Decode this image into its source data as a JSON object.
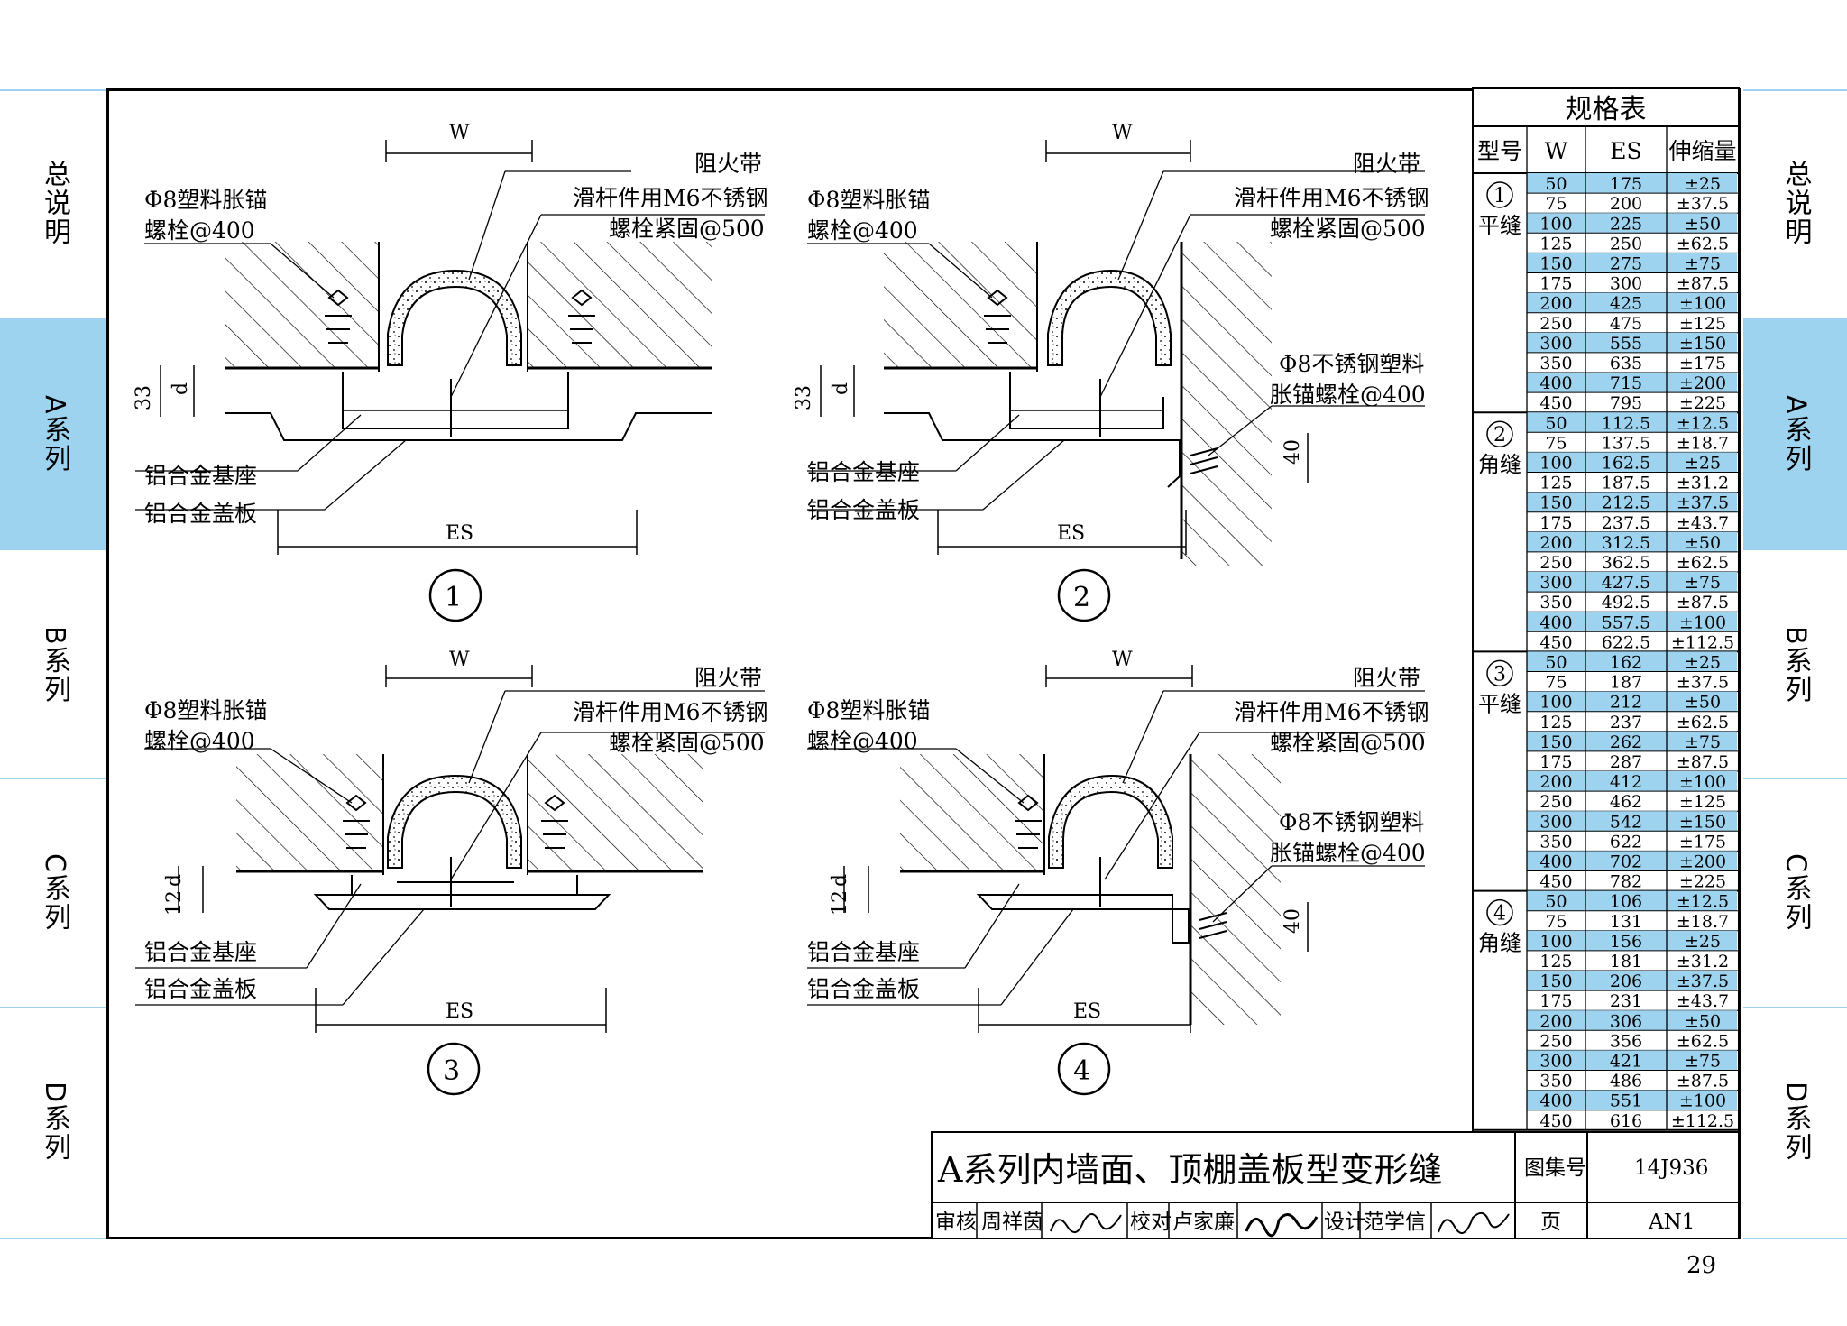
{
  "sidebar": {
    "left": [
      {
        "label": "总说明",
        "active": false
      },
      {
        "label": "A系列",
        "active": true
      },
      {
        "label": "B系列",
        "active": false
      },
      {
        "label": "C系列",
        "active": false
      },
      {
        "label": "D系列",
        "active": false
      }
    ],
    "right": [
      {
        "label": "总说明",
        "active": false
      },
      {
        "label": "A系列",
        "active": true
      },
      {
        "label": "B系列",
        "active": false
      },
      {
        "label": "C系列",
        "active": false
      },
      {
        "label": "D系列",
        "active": false
      }
    ],
    "active_color": "#9dd3ef"
  },
  "details": [
    {
      "num": "1",
      "w": "W",
      "es": "ES",
      "fire_strip": "阻火带",
      "slide_1": "滑杆件用M6不锈钢",
      "slide_2": "螺栓紧固@500",
      "anchor_1": "Φ8塑料胀锚",
      "anchor_2": "螺栓@400",
      "dim_outer": "33",
      "dim_inner": "d",
      "base": "铝合金基座",
      "cover": "铝合金盖板"
    },
    {
      "num": "2",
      "w": "W",
      "es": "ES",
      "fire_strip": "阻火带",
      "slide_1": "滑杆件用M6不锈钢",
      "slide_2": "螺栓紧固@500",
      "anchor_1": "Φ8塑料胀锚",
      "anchor_2": "螺栓@400",
      "steel_anchor_1": "Φ8不锈钢塑料",
      "steel_anchor_2": "胀锚螺栓@400",
      "dim_outer": "33",
      "dim_inner": "d",
      "dim_side": "40",
      "base": "铝合金基座",
      "cover": "铝合金盖板"
    },
    {
      "num": "3",
      "w": "W",
      "es": "ES",
      "fire_strip": "阻火带",
      "slide_1": "滑杆件用M6不锈钢",
      "slide_2": "螺栓紧固@500",
      "anchor_1": "Φ8塑料胀锚",
      "anchor_2": "螺栓@400",
      "dim_outer": "12",
      "dim_inner": "d",
      "base": "铝合金基座",
      "cover": "铝合金盖板"
    },
    {
      "num": "4",
      "w": "W",
      "es": "ES",
      "fire_strip": "阻火带",
      "slide_1": "滑杆件用M6不锈钢",
      "slide_2": "螺栓紧固@500",
      "anchor_1": "Φ8塑料胀锚",
      "anchor_2": "螺栓@400",
      "steel_anchor_1": "Φ8不锈钢塑料",
      "steel_anchor_2": "胀锚螺栓@400",
      "dim_outer": "12",
      "dim_inner": "d",
      "dim_side": "40",
      "base": "铝合金基座",
      "cover": "铝合金盖板"
    }
  ],
  "spec_table": {
    "title": "规格表",
    "headers": [
      "型号",
      "W",
      "ES",
      "伸缩量"
    ],
    "groups": [
      {
        "num": "1",
        "type": "平缝",
        "rows": [
          [
            "50",
            "175",
            "±25"
          ],
          [
            "75",
            "200",
            "±37.5"
          ],
          [
            "100",
            "225",
            "±50"
          ],
          [
            "125",
            "250",
            "±62.5"
          ],
          [
            "150",
            "275",
            "±75"
          ],
          [
            "175",
            "300",
            "±87.5"
          ],
          [
            "200",
            "425",
            "±100"
          ],
          [
            "250",
            "475",
            "±125"
          ],
          [
            "300",
            "555",
            "±150"
          ],
          [
            "350",
            "635",
            "±175"
          ],
          [
            "400",
            "715",
            "±200"
          ],
          [
            "450",
            "795",
            "±225"
          ]
        ]
      },
      {
        "num": "2",
        "type": "角缝",
        "rows": [
          [
            "50",
            "112.5",
            "±12.5"
          ],
          [
            "75",
            "137.5",
            "±18.7"
          ],
          [
            "100",
            "162.5",
            "±25"
          ],
          [
            "125",
            "187.5",
            "±31.2"
          ],
          [
            "150",
            "212.5",
            "±37.5"
          ],
          [
            "175",
            "237.5",
            "±43.7"
          ],
          [
            "200",
            "312.5",
            "±50"
          ],
          [
            "250",
            "362.5",
            "±62.5"
          ],
          [
            "300",
            "427.5",
            "±75"
          ],
          [
            "350",
            "492.5",
            "±87.5"
          ],
          [
            "400",
            "557.5",
            "±100"
          ],
          [
            "450",
            "622.5",
            "±112.5"
          ]
        ]
      },
      {
        "num": "3",
        "type": "平缝",
        "rows": [
          [
            "50",
            "162",
            "±25"
          ],
          [
            "75",
            "187",
            "±37.5"
          ],
          [
            "100",
            "212",
            "±50"
          ],
          [
            "125",
            "237",
            "±62.5"
          ],
          [
            "150",
            "262",
            "±75"
          ],
          [
            "175",
            "287",
            "±87.5"
          ],
          [
            "200",
            "412",
            "±100"
          ],
          [
            "250",
            "462",
            "±125"
          ],
          [
            "300",
            "542",
            "±150"
          ],
          [
            "350",
            "622",
            "±175"
          ],
          [
            "400",
            "702",
            "±200"
          ],
          [
            "450",
            "782",
            "±225"
          ]
        ]
      },
      {
        "num": "4",
        "type": "角缝",
        "rows": [
          [
            "50",
            "106",
            "±12.5"
          ],
          [
            "75",
            "131",
            "±18.7"
          ],
          [
            "100",
            "156",
            "±25"
          ],
          [
            "125",
            "181",
            "±31.2"
          ],
          [
            "150",
            "206",
            "±37.5"
          ],
          [
            "175",
            "231",
            "±43.7"
          ],
          [
            "200",
            "306",
            "±50"
          ],
          [
            "250",
            "356",
            "±62.5"
          ],
          [
            "300",
            "421",
            "±75"
          ],
          [
            "350",
            "486",
            "±87.5"
          ],
          [
            "400",
            "551",
            "±100"
          ],
          [
            "450",
            "616",
            "±112.5"
          ]
        ]
      }
    ],
    "highlight_color": "#9dd3ef"
  },
  "title_block": {
    "title": "A系列内墙面、顶棚盖板型变形缝",
    "atlas_label": "图集号",
    "atlas_no": "14J936",
    "review_label": "审核",
    "reviewer": "周祥茵",
    "check_label": "校对",
    "checker": "卢家廉",
    "design_label": "设计",
    "designer": "范学信",
    "page_label": "页",
    "page_code": "AN1"
  },
  "page_number": "29"
}
